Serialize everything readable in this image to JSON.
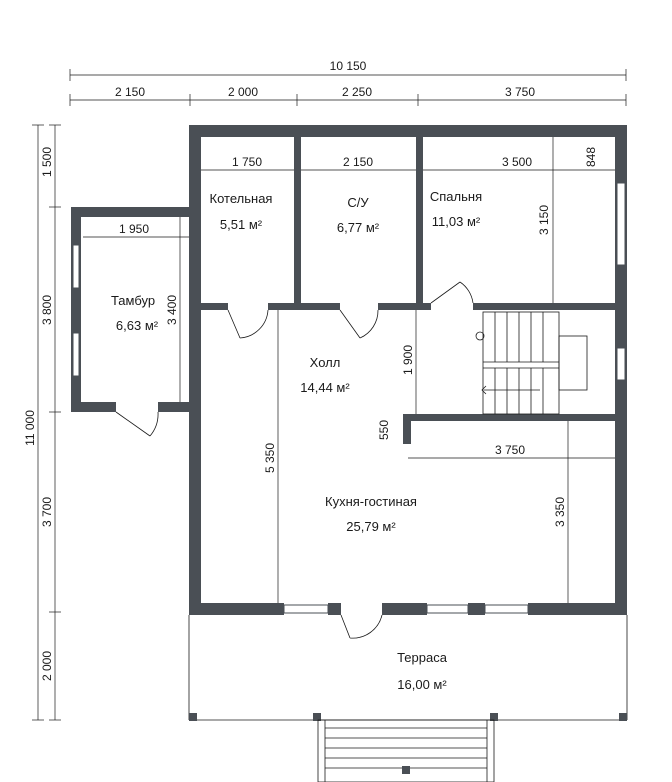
{
  "dimensions": {
    "top_total": "10 150",
    "top_segments": [
      "2 150",
      "2 000",
      "2 250",
      "3 750"
    ],
    "left_total": "11 000",
    "left_segments": [
      "1 500",
      "3 800",
      "3 700",
      "2 000"
    ],
    "boiler_width": "1 750",
    "wc_width": "2 150",
    "bedroom_width": "3 500",
    "bedroom_niche": "848",
    "bedroom_depth": "3 150",
    "vestibule_width": "1 950",
    "vestibule_depth": "3 400",
    "hall_depth": "1 900",
    "step": "550",
    "kitchen_width": "3 750",
    "hall_length": "5 350",
    "kitchen_depth": "3 350"
  },
  "rooms": {
    "boiler": {
      "name": "Котельная",
      "area": "5,51 м²"
    },
    "wc": {
      "name": "С/У",
      "area": "6,77 м²"
    },
    "bedroom": {
      "name": "Спальня",
      "area": "11,03 м²"
    },
    "vestibule": {
      "name": "Тамбур",
      "area": "6,63 м²"
    },
    "hall": {
      "name": "Холл",
      "area": "14,44 м²"
    },
    "kitchen": {
      "name": "Кухня-гостиная",
      "area": "25,79 м²"
    },
    "terrace": {
      "name": "Терраса",
      "area": "16,00 м²"
    }
  }
}
